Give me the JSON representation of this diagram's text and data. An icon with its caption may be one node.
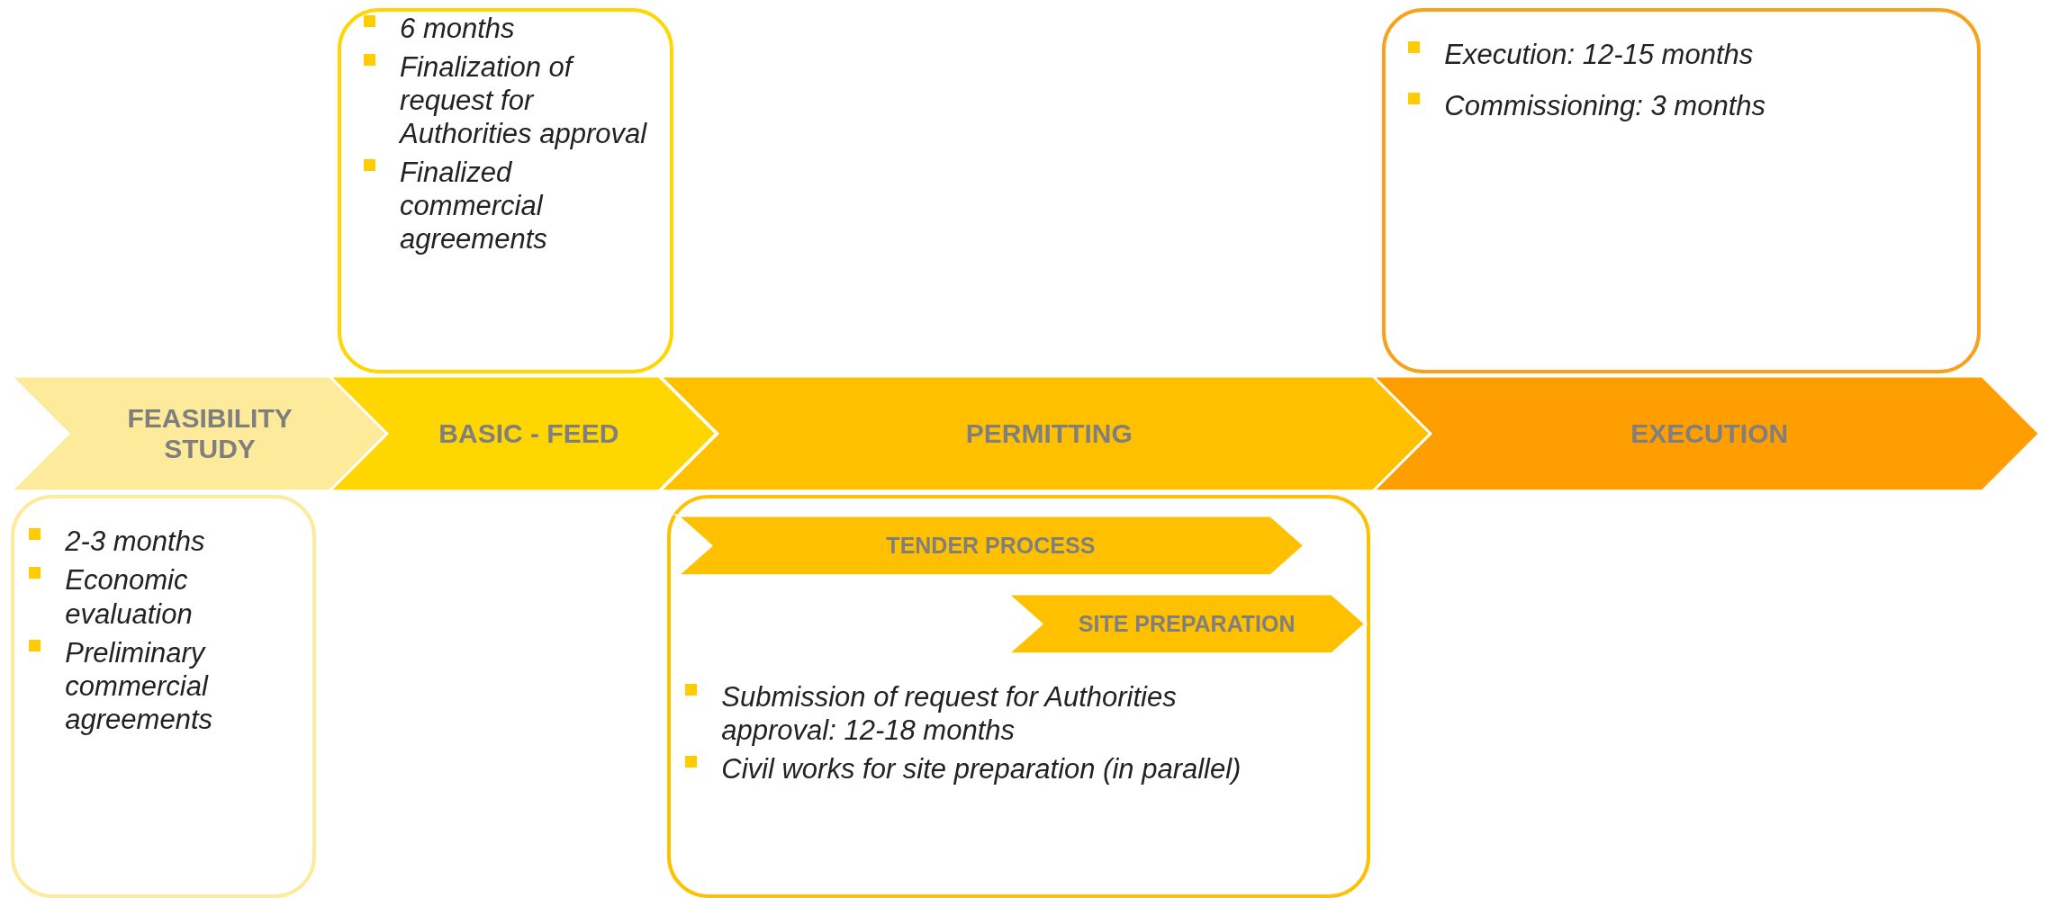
{
  "diagram": {
    "nodes": [
      {
        "text": [
          "6 months",
          "Finalization of request for Authorities approval",
          "Finalized commercial agreements"
        ]
      },
      {
        "text": [
          "Execution: 12-15 months",
          "Commissioning: 3 months"
        ]
      },
      {
        "text": [
          "FEASIBILITY STUDY"
        ]
      },
      {
        "text": [
          "BASIC - FEED"
        ]
      },
      {
        "text": [
          "PERMITTING"
        ]
      },
      {
        "text": [
          "EXECUTION"
        ]
      },
      {
        "text": [
          "2-3 months",
          "Economic evaluation",
          "Preliminary commercial agreements"
        ]
      },
      {
        "text": [
          "Submission of request for Authorities approval: 12-18 months",
          "Civil works for site preparation (in parallel)"
        ]
      },
      {
        "text": [
          "TENDER PROCESS"
        ],
        "in": 7
      },
      {
        "text": [
          "SITE PREPARATION"
        ],
        "in": 7
      }
    ]
  }
}
